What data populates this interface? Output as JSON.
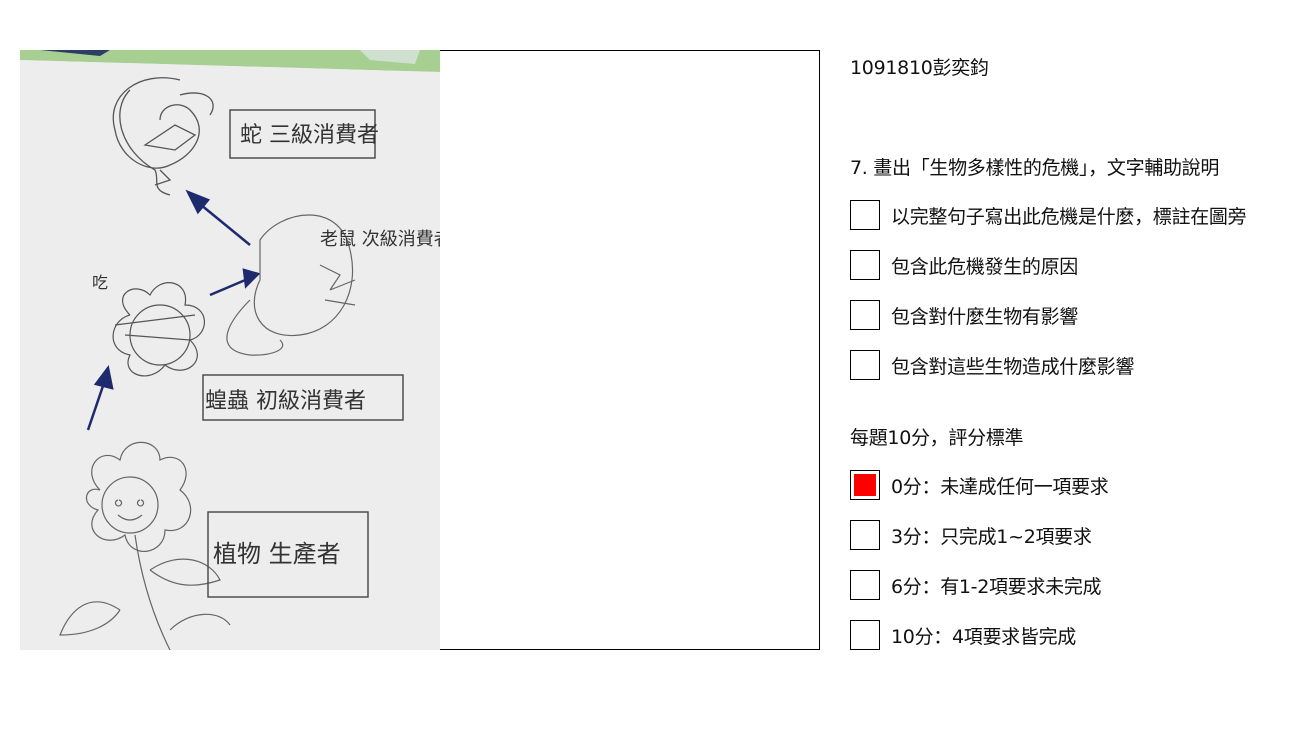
{
  "student": {
    "id_name": "1091810彭奕鈞"
  },
  "question": {
    "prompt": "7. 畫出「生物多樣性的危機」，文字輔助說明"
  },
  "requirements": [
    {
      "label": "以完整句子寫出此危機是什麼，標註在圖旁",
      "checked": false
    },
    {
      "label": "包含此危機發生的原因",
      "checked": false
    },
    {
      "label": "包含對什麼生物有影響",
      "checked": false
    },
    {
      "label": "包含對這些生物造成什麼影響",
      "checked": false
    }
  ],
  "scoring": {
    "title": "每題10分，評分標準",
    "options": [
      {
        "label": "0分：未達成任何一項要求",
        "selected": true
      },
      {
        "label": "3分：只完成1~2項要求",
        "selected": false
      },
      {
        "label": "6分：有1-2項要求未完成",
        "selected": false
      },
      {
        "label": "10分：4項要求皆完成",
        "selected": false
      }
    ],
    "selected_color": "#ff0000"
  },
  "drawing": {
    "labels": {
      "snake": "蛇 三級消費者",
      "mouse": "老鼠 次級消費者",
      "eat": "吃",
      "grasshopper": "蝗蟲 初級消費者",
      "plant": "植物 生產者"
    }
  }
}
